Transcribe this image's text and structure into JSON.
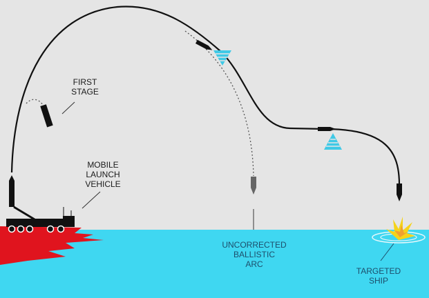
{
  "labels": {
    "first_stage": [
      "FIRST",
      "STAGE"
    ],
    "mobile_launch_vehicle": [
      "MOBILE",
      "LAUNCH",
      "VEHICLE"
    ],
    "uncorrected_ballistic_arc": [
      "UNCORRECTED",
      "BALLISTIC",
      "ARC"
    ],
    "targeted_ship": [
      "TARGETED",
      "SHIP"
    ]
  },
  "colors": {
    "background": "#e5e5e5",
    "sea": "#3fd7f1",
    "land": "#e0141e",
    "radar": "#3fc9e6",
    "trajectory": "#111111"
  }
}
